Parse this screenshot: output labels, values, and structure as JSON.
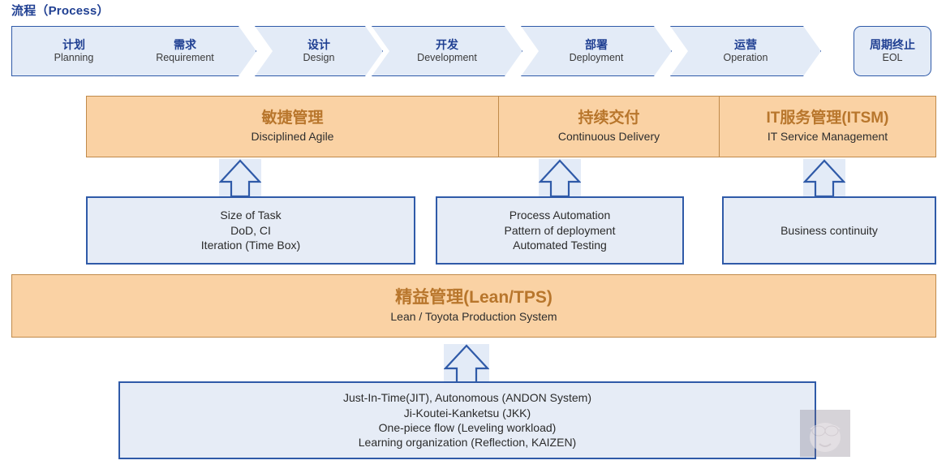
{
  "title": "流程（Process）",
  "colors": {
    "chevron_fill": "#e3ebf7",
    "chevron_border": "#2f5aa8",
    "band_fill": "#fad2a4",
    "band_border": "#c08a4a",
    "band_title": "#b8762c",
    "info_fill": "#e6ecf6",
    "info_border": "#2f5aa8",
    "title_color": "#1f3f92"
  },
  "process": {
    "steps": [
      {
        "cn": "计划",
        "en": "Planning"
      },
      {
        "cn": "需求",
        "en": "Requirement"
      },
      {
        "cn": "设计",
        "en": "Design"
      },
      {
        "cn": "开发",
        "en": "Development"
      },
      {
        "cn": "部署",
        "en": "Deployment"
      },
      {
        "cn": "运营",
        "en": "Operation"
      }
    ],
    "end": {
      "cn": "周期终止",
      "en": "EOL"
    }
  },
  "practice_band": {
    "segments": [
      {
        "cn": "敏捷管理",
        "en": "Disciplined Agile"
      },
      {
        "cn": "持续交付",
        "en": "Continuous Delivery"
      },
      {
        "cn": "IT服务管理(ITSM)",
        "en": "IT Service Management"
      }
    ]
  },
  "detail_boxes": [
    {
      "text": "Size of Task\nDoD, CI\nIteration (Time Box)"
    },
    {
      "text": "Process Automation\nPattern of deployment\nAutomated Testing"
    },
    {
      "text": "Business continuity"
    }
  ],
  "lean_band": {
    "cn": "精益管理(Lean/TPS)",
    "en": "Lean / Toyota Production System"
  },
  "lean_detail": {
    "text": "Just-In-Time(JIT), Autonomous (ANDON System)\nJi-Koutei-Kanketsu (JKK)\nOne-piece flow (Leveling workload)\nLearning organization (Reflection, KAIZEN)"
  },
  "watermark": {
    "name": "face-sunglasses-watermark"
  }
}
